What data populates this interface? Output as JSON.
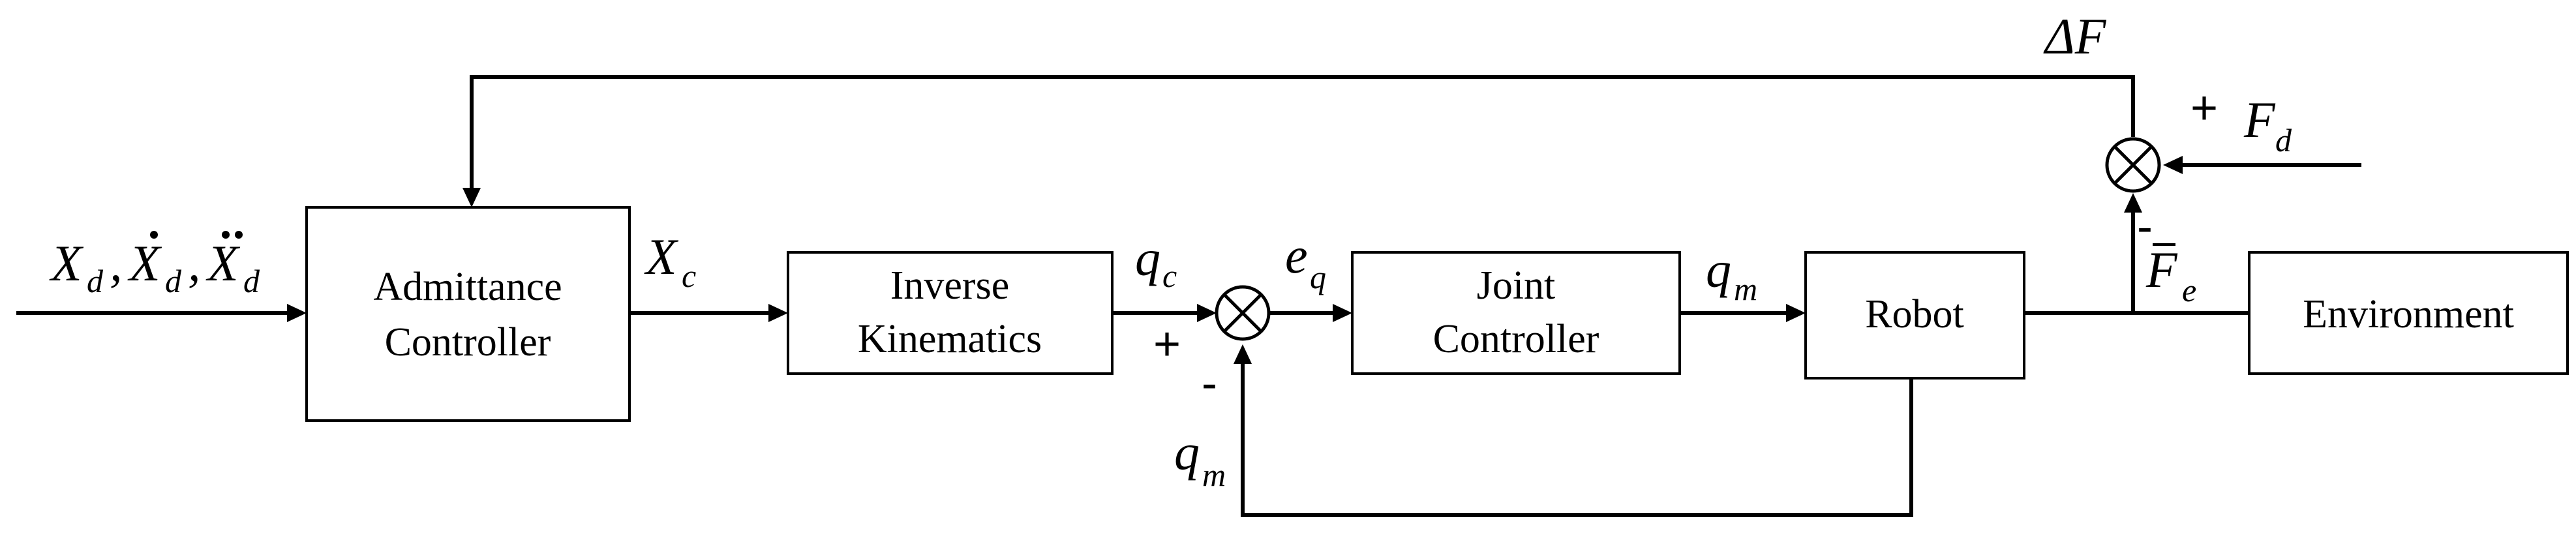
{
  "blocks": {
    "admittance_controller": [
      "Admittance",
      "Controller"
    ],
    "inverse_kinematics": [
      "Inverse",
      "Kinematics"
    ],
    "joint_controller": [
      "Joint",
      "Controller"
    ],
    "robot": "Robot",
    "environment": "Environment"
  },
  "signals": {
    "input_symbol": "X",
    "input_subscript": "d",
    "input_separator": ",",
    "xc_symbol": "X",
    "xc_subscript": "c",
    "qc_symbol": "q",
    "qc_subscript": "c",
    "eq_symbol": "e",
    "eq_subscript": "q",
    "qm_symbol": "q",
    "qm_subscript": "m",
    "qm_feedback_symbol": "q",
    "qm_feedback_subscript": "m",
    "fe_symbol": "F",
    "fe_subscript": "e",
    "fd_symbol": "F",
    "fd_subscript": "d",
    "delta_f": "ΔF"
  },
  "signs": {
    "joint_plus": "+",
    "joint_minus": "-",
    "force_plus": "+",
    "force_minus": "-"
  },
  "colors": {
    "line": "#000000",
    "background": "#ffffff"
  }
}
